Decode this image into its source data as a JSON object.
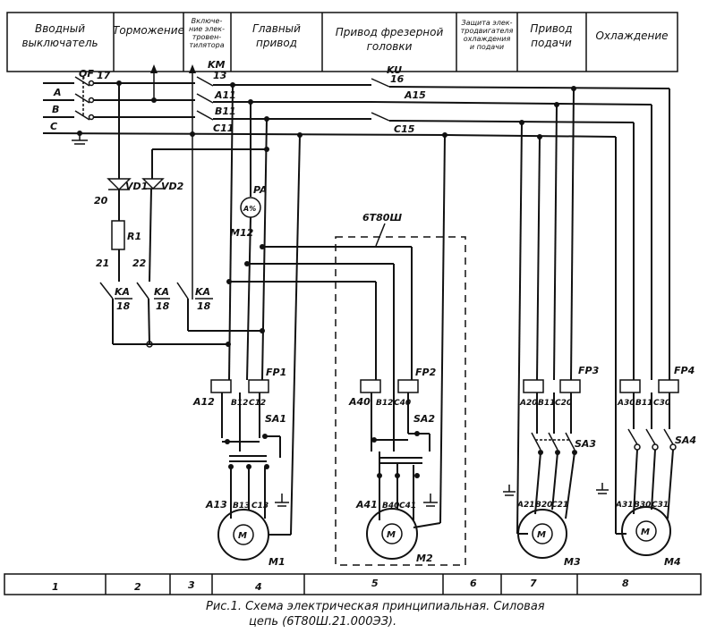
{
  "header": {
    "sections": [
      [
        "Вводный",
        "выключатель"
      ],
      [
        "Торможение"
      ],
      [
        "Включе-",
        "ние элек-",
        "тровен-",
        "тилятора"
      ],
      [
        "Главный",
        "привод"
      ],
      [
        "Привод фрезерной",
        "головки"
      ],
      [
        "Защита элек-",
        "тродвигателя",
        "охлаждения",
        "и подачи"
      ],
      [
        "Привод",
        "подачи"
      ],
      [
        "Охлаждение"
      ]
    ]
  },
  "zones": [
    "1",
    "2",
    "3",
    "4",
    "5",
    "6",
    "7",
    "8"
  ],
  "caption": [
    "Рис.1. Схема электрическая принципиальная. Силовая",
    "цепь (6Т80Ш.21.000ЭЗ)."
  ],
  "labels": {
    "QF": "QF",
    "n17": "17",
    "A": "A",
    "B": "B",
    "C": "C",
    "KM": "KM",
    "n13": "13",
    "KU": "KU",
    "n16": "16",
    "A11": "A11",
    "B11": "B11",
    "C11": "C11",
    "A15": "A15",
    "C15": "C15",
    "VD1": "VD1",
    "VD2": "VD2",
    "n20": "20",
    "R1": "R1",
    "n21": "21",
    "n22": "22",
    "KA": "KA",
    "n18": "18",
    "PA": "PA",
    "PA_in": "A%",
    "M12": "M12",
    "block": "6Т80Ш",
    "FP1": "FP1",
    "FP2": "FP2",
    "FP3": "FP3",
    "FP4": "FP4",
    "SA1": "SA1",
    "SA2": "SA2",
    "SA3": "SA3",
    "SA4": "SA4",
    "A12": "A12",
    "B12": "B12",
    "C12": "C12",
    "A40": "A40",
    "B12b": "B12",
    "C40": "C40",
    "A20": "A20",
    "B11b": "B11",
    "C20": "C20",
    "A30": "A30",
    "B11c": "B11",
    "C30": "C30",
    "A13": "A13",
    "B13": "B13",
    "C13": "C13",
    "A41": "A41",
    "B40": "B40",
    "C41": "C41",
    "A21": "A21",
    "B20": "B20",
    "C21": "C21",
    "A31": "A31",
    "B30": "B30",
    "C31": "C31",
    "M1": "M1",
    "M2": "M2",
    "M3": "M3",
    "M4": "M4",
    "motor": "M"
  }
}
